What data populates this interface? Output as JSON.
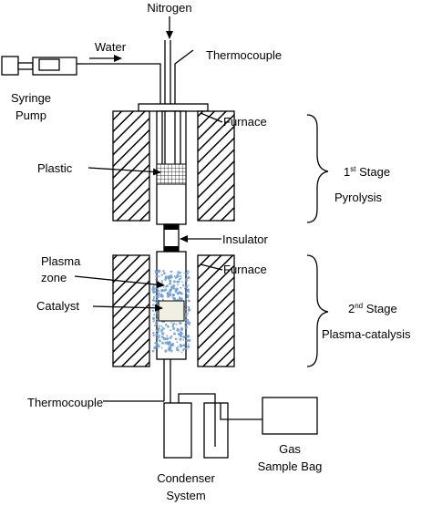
{
  "labels": {
    "nitrogen": "Nitrogen",
    "water": "Water",
    "thermocouple_top": "Thermocouple",
    "syringe_pump_line1": "Syringe",
    "syringe_pump_line2": "Pump",
    "furnace_top": "Furnace",
    "plastic": "Plastic",
    "stage1_prefix": "1",
    "stage1_sup": "st",
    "stage1_suffix": " Stage",
    "pyrolysis": "Pyrolysis",
    "insulator": "Insulator",
    "plasma_zone_line1": "Plasma",
    "plasma_zone_line2": "zone",
    "furnace_bottom": "Furnace",
    "catalyst": "Catalyst",
    "stage2_prefix": "2",
    "stage2_sup": "nd",
    "stage2_suffix": " Stage",
    "plasma_catalysis": "Plasma-catalysis",
    "thermocouple_bottom": "Thermocouple",
    "gas_bag_line1": "Gas",
    "gas_bag_line2": "Sample Bag",
    "condenser_line1": "Condenser",
    "condenser_line2": "System"
  },
  "colors": {
    "plasma_dots": "#6a9bd6",
    "catalyst_fill": "#f1efe4"
  }
}
